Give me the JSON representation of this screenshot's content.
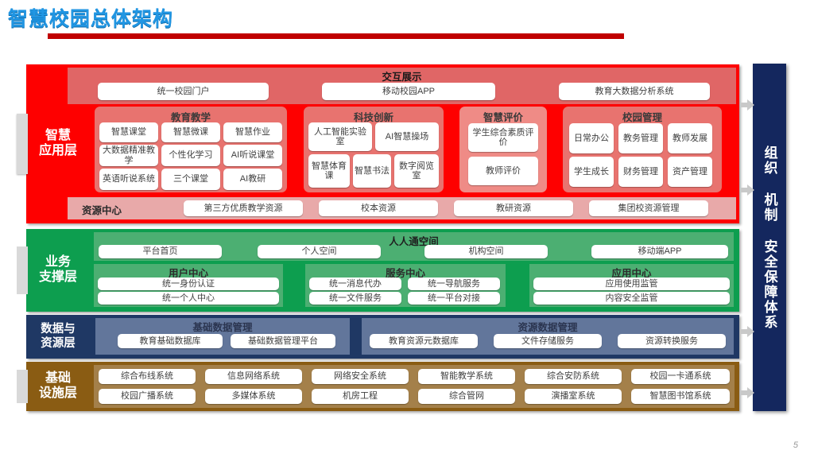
{
  "slide": {
    "title": "智慧校园总体架构",
    "page_number": "5",
    "accent_blue": "#2196e3",
    "rule_color": "#c00000"
  },
  "right_bar": {
    "label": "组织 机制 安全保障体系"
  },
  "layers": {
    "application": {
      "label": "智慧\n应用层",
      "color": "#fe0000",
      "top_band": {
        "title": "交互展示",
        "items": [
          "统一校园门户",
          "移动校园APP",
          "教育大数据分析系统"
        ]
      },
      "groups": [
        {
          "title": "教育教学",
          "rows": [
            [
              "智慧课堂",
              "智慧微课",
              "智慧作业"
            ],
            [
              "大数据精准教学",
              "个性化学习",
              "AI听说课堂"
            ],
            [
              "英语听说系统",
              "三个课堂",
              "AI教研"
            ]
          ]
        },
        {
          "title": "科技创新",
          "rows": [
            [
              "人工智能实验室",
              "AI智慧操场"
            ],
            [
              "智慧体育课",
              "智慧书法",
              "数字阅览室"
            ]
          ]
        },
        {
          "title": "智慧评价",
          "rows": [
            [
              "学生综合素质评价"
            ],
            [
              "教师评价"
            ]
          ]
        },
        {
          "title": "校园管理",
          "rows": [
            [
              "日常办公",
              "教务管理",
              "教师发展"
            ],
            [
              "学生成长",
              "财务管理",
              "资产管理"
            ]
          ]
        }
      ],
      "resource_band": {
        "title": "资源中心",
        "items": [
          "第三方优质教学资源",
          "校本资源",
          "教研资源",
          "集团校资源管理"
        ]
      }
    },
    "business": {
      "label": "业务\n支撑层",
      "color": "#0d9e4f",
      "top_band": {
        "title": "人人通空间",
        "items": [
          "平台首页",
          "个人空间",
          "机构空间",
          "移动端APP"
        ]
      },
      "groups": [
        {
          "title": "用户中心",
          "items": [
            "统一身份认证",
            "统一个人中心"
          ]
        },
        {
          "title": "服务中心",
          "items": [
            "统一消息代办",
            "统一导航服务",
            "统一文件服务",
            "统一平台对接"
          ]
        },
        {
          "title": "应用中心",
          "items": [
            "应用使用监管",
            "内容安全监管"
          ]
        }
      ]
    },
    "data": {
      "label": "数据与\n资源层",
      "color": "#1f3864",
      "groups": [
        {
          "title": "基础数据管理",
          "items": [
            "教育基础数据库",
            "基础数据管理平台"
          ]
        },
        {
          "title": "资源数据管理",
          "items": [
            "教育资源元数据库",
            "文件存储服务",
            "资源转换服务"
          ]
        }
      ]
    },
    "infrastructure": {
      "label": "基础\n设施层",
      "color": "#8a5c13",
      "rows": [
        [
          "综合布线系统",
          "信息网络系统",
          "网络安全系统",
          "智能教学系统",
          "综合安防系统",
          "校园一卡通系统"
        ],
        [
          "校园广播系统",
          "多媒体系统",
          "机房工程",
          "综合管网",
          "演播室系统",
          "智慧图书馆系统"
        ]
      ]
    }
  }
}
